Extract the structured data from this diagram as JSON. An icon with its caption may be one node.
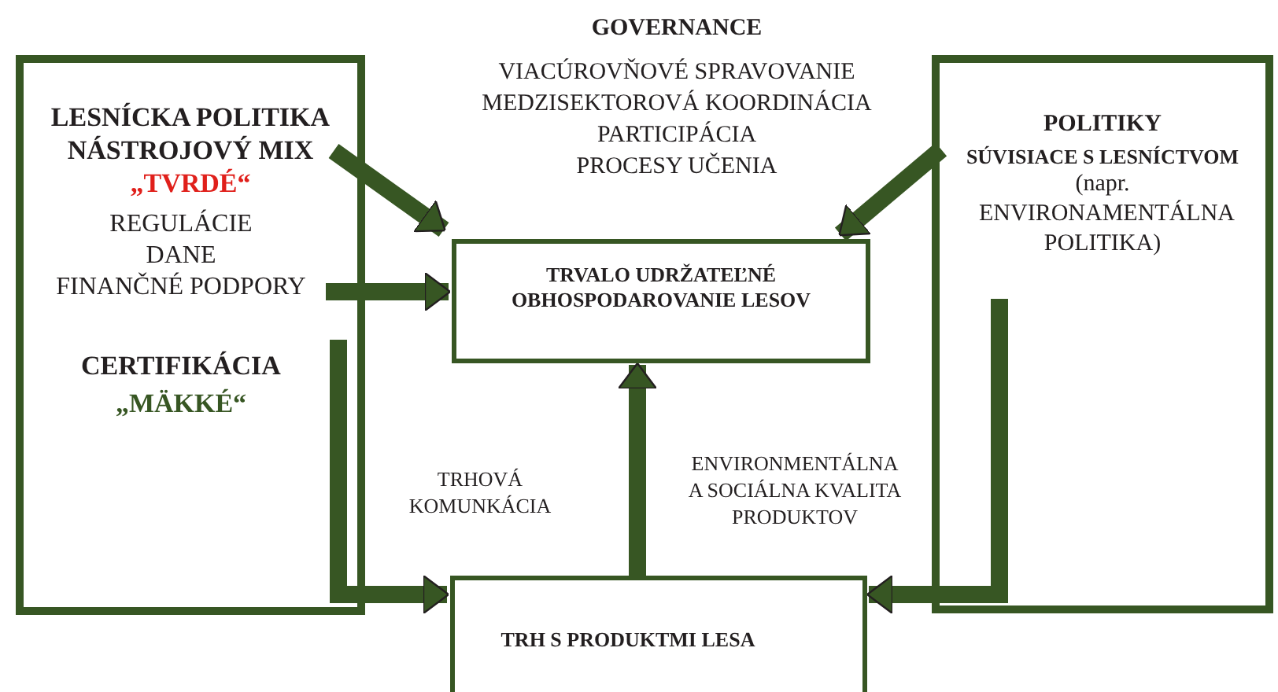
{
  "diagram": {
    "nodes": [
      {
        "text": [
          "LESNÍCKA POLITIKA NÁSTROJOVÝ MIX",
          "„TVRDÉ“",
          "REGULÁCIE",
          "DANE",
          "FINANČNÉ PODPORY",
          "CERTIFIKÁCIA",
          "„MÄKKÉ“"
        ]
      },
      {
        "text": [
          "TRVALO UDRŽATEĽNÉ OBHOSPODAROVANIE LESOV"
        ]
      },
      {
        "text": [
          "POLITIKY",
          "SÚVISIACE S LESNÍCTVOM",
          "(napr. ENVIRONAMENTÁLNA POLITIKA)"
        ]
      },
      {
        "text": [
          "TRH S PRODUKTMI LESA"
        ]
      }
    ],
    "edges": [
      {
        "from": 0,
        "to": 1,
        "arrow": "to"
      },
      {
        "from": 0,
        "to": 1,
        "arrow": "to"
      },
      {
        "from": 2,
        "to": 1,
        "arrow": "to"
      },
      {
        "from": 0,
        "to": 3,
        "arrow": "to"
      },
      {
        "from": 2,
        "to": 3,
        "arrow": "to"
      },
      {
        "from": 3,
        "to": 1,
        "arrow": "to"
      }
    ],
    "labels": [
      "GOVERNANCE",
      "VIACÚROVŇOVÉ SPRAVOVANIE",
      "MEDZISEKTOROVÁ KOORDINÁCIA",
      "PARTICIPÁCIA",
      "PROCESY UČENIA",
      "TRHOVÁ KOMUNKÁCIA",
      "ENVIRONMENTÁLNA A SOCIÁLNA KVALITA PRODUKTOV"
    ]
  }
}
